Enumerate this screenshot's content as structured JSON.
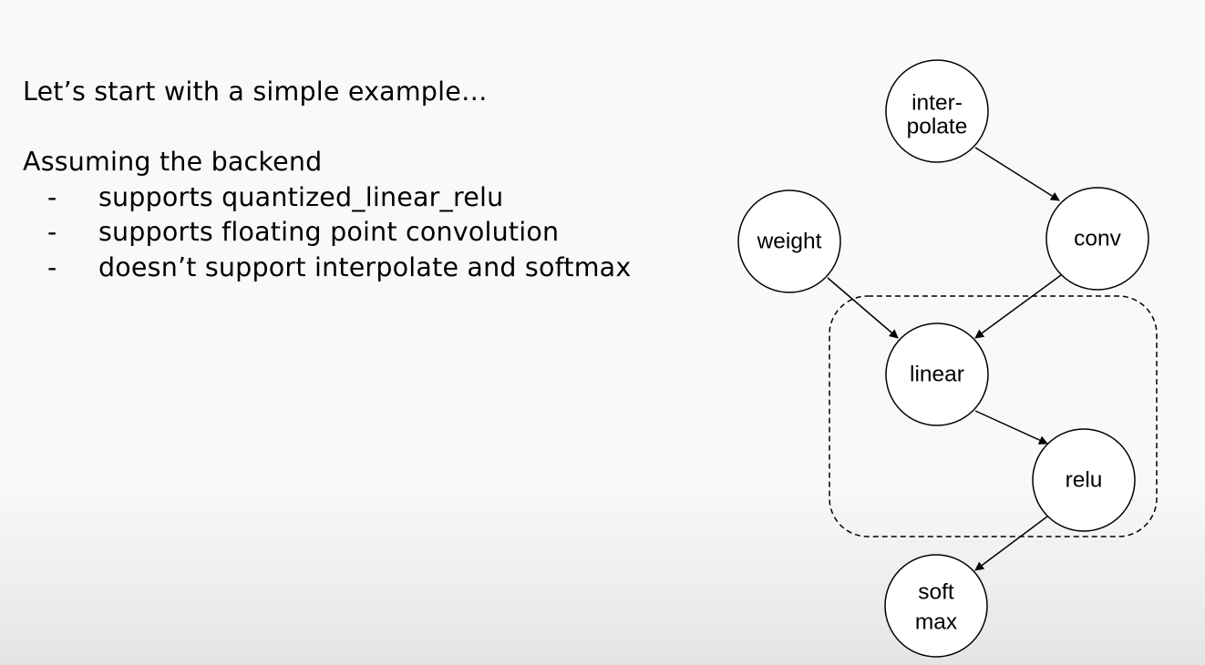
{
  "slide": {
    "heading": "Let’s start with a simple example…",
    "intro": "Assuming the backend",
    "bullet_marker": "-",
    "bullets": [
      "supports quantized_linear_relu",
      "supports floating point convolution",
      "doesn’t support interpolate and softmax"
    ]
  },
  "diagram": {
    "nodes": {
      "interpolate": {
        "line1": "inter-",
        "line2": "polate"
      },
      "weight": {
        "label": "weight"
      },
      "conv": {
        "label": "conv"
      },
      "linear": {
        "label": "linear"
      },
      "relu": {
        "label": "relu"
      },
      "softmax": {
        "line1": "soft",
        "line2": "max"
      }
    },
    "edges": [
      {
        "from": "interpolate",
        "to": "conv"
      },
      {
        "from": "conv",
        "to": "linear"
      },
      {
        "from": "weight",
        "to": "linear"
      },
      {
        "from": "linear",
        "to": "relu"
      },
      {
        "from": "relu",
        "to": "softmax"
      }
    ],
    "group": {
      "members": [
        "linear",
        "relu"
      ],
      "style": "dashed"
    }
  }
}
